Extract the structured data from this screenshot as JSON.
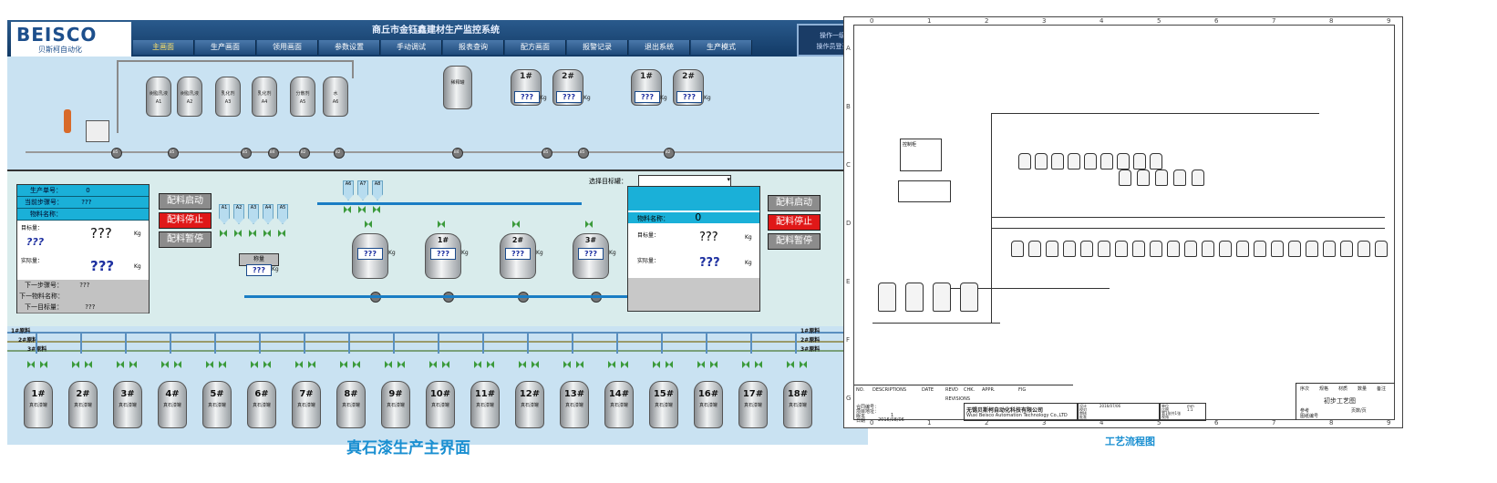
{
  "left_screen": {
    "logo": {
      "brand": "BEISCO",
      "sub": "贝斯柯自动化"
    },
    "title": "商丘市金钰鑫建材生产监控系统",
    "nav": [
      "主画面",
      "生产画面",
      "领用画面",
      "参数设置",
      "手动调试",
      "报表查询",
      "配方画面",
      "报警记录",
      "退出系统",
      "生产模式"
    ],
    "status": {
      "line1": "操作一级",
      "line2": "操作员登录"
    },
    "top_tanks": [
      "树脂乳液",
      "树脂乳液",
      "乳化剂",
      "乳化剂",
      "分散剂",
      "水"
    ],
    "top_tank_sub": [
      "A1",
      "A2",
      "A3",
      "A4",
      "A5",
      "A6"
    ],
    "single_tank": "稀释罐",
    "pump_labels": [
      "B5",
      "B5",
      "B5",
      "B4",
      "B2",
      "B2",
      "B4",
      "B5",
      "B5",
      "B2"
    ],
    "group1": {
      "tanks": [
        "1#",
        "2#"
      ],
      "value": "???",
      "unit": "Kg"
    },
    "group2": {
      "tanks": [
        "1#",
        "2#"
      ],
      "value": "???",
      "unit": "Kg"
    },
    "info_panel": {
      "rows": [
        {
          "label": "生产单号：",
          "value": "0"
        },
        {
          "label": "当前步骤号：",
          "value": "???"
        },
        {
          "label": "物料名称：",
          "value": ""
        }
      ],
      "target_label": "目标量：",
      "target_value": "???",
      "target_unit": "Kg",
      "actual_label": "实际量：",
      "actual_value": "???",
      "actual_unit": "Kg",
      "tail_rows": [
        {
          "label": "下一步骤号：",
          "value": "???"
        },
        {
          "label": "下一物料名称：",
          "value": ""
        },
        {
          "label": "下一目标量：",
          "value": "???"
        }
      ],
      "left_qvals": [
        "???"
      ]
    },
    "ctl_left": [
      "配料启动",
      "配料停止",
      "配料暂停"
    ],
    "ctl_right": [
      "配料启动",
      "配料停止",
      "配料暂停"
    ],
    "hoppers": [
      "A1",
      "A2",
      "A3",
      "A4",
      "A5"
    ],
    "hoppers2": [
      "A6",
      "A7",
      "A8"
    ],
    "scale": {
      "label": "称量",
      "value": "???",
      "unit": "Kg"
    },
    "mix_tanks": [
      {
        "name": "",
        "value": "???",
        "unit": "Kg"
      },
      {
        "name": "1#",
        "value": "???",
        "unit": "Kg"
      },
      {
        "name": "2#",
        "value": "???",
        "unit": "Kg"
      },
      {
        "name": "3#",
        "value": "???",
        "unit": "Kg"
      }
    ],
    "select_label": "选择目标罐：",
    "right_panel": {
      "material_label": "物料名称：",
      "material_value": "0",
      "target_label": "目标量：",
      "target_value": "???",
      "target_unit": "Kg",
      "actual_label": "实际量：",
      "actual_value": "???",
      "actual_unit": "Kg"
    },
    "line_labels": [
      "1#原料",
      "2#原料",
      "3#原料"
    ],
    "line_labels_right": [
      "1#原料",
      "2#原料",
      "3#原料"
    ],
    "bottom_tanks": [
      "1#",
      "2#",
      "3#",
      "4#",
      "5#",
      "6#",
      "7#",
      "8#",
      "9#",
      "10#",
      "11#",
      "12#",
      "13#",
      "14#",
      "15#",
      "16#",
      "17#",
      "18#"
    ],
    "bottom_tank_sub": "真石漆罐",
    "caption": "真石漆生产主界面"
  },
  "right_drawing": {
    "col_numbers": [
      "0",
      "1",
      "2",
      "3",
      "4",
      "5",
      "6",
      "7",
      "8",
      "9"
    ],
    "row_letters": [
      "A",
      "B",
      "C",
      "D",
      "E",
      "F",
      "G"
    ],
    "title_block": {
      "company_cn": "无锡贝斯柯自动化科技有限公司",
      "company_en": "Wuxi Beisco Automation Technology Co.,LTD",
      "drawing_title": "初步工艺图",
      "rev_headers": [
        "NO.",
        "DESCRIPTIONS",
        "DATE",
        "REVD",
        "CHK.",
        "APPR.",
        "FIG"
      ],
      "revisions": "REVISIONS",
      "left_rows": [
        "合同编号：",
        "项目地址：",
        "版本",
        "日期"
      ],
      "version_value": "1",
      "date_value": "2016/08/06",
      "mid_rows": [
        "设计",
        "校对",
        "审核",
        "批准"
      ],
      "mid_values": [
        "2016/07/06",
        "",
        "",
        ""
      ],
      "unit_rows": [
        "单位",
        "比例",
        "第1张共1张",
        "视角"
      ],
      "unit_values": [
        "mm",
        "1:1",
        "",
        ""
      ],
      "right_headers": [
        "序次",
        "规格",
        "材质",
        "数量",
        "备注"
      ],
      "right_rows": [
        "参考",
        "图纸编号"
      ],
      "page_label": "页数/页"
    },
    "small_label": "控制柜",
    "caption": "工艺流程图"
  }
}
